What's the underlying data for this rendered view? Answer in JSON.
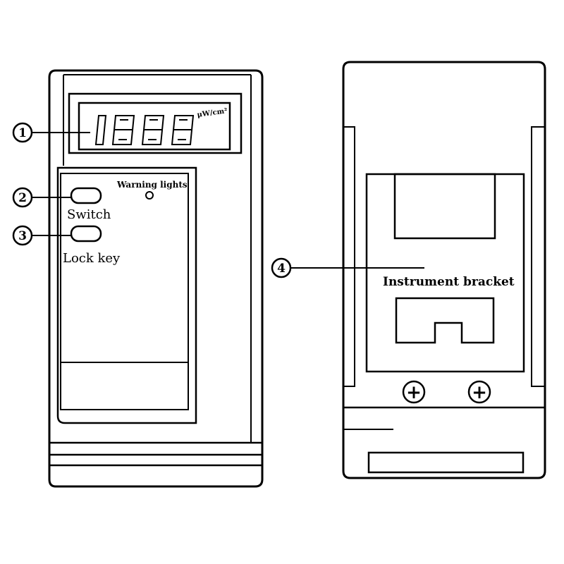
{
  "display": {
    "reading": "1888",
    "unit": "μW/cm²"
  },
  "callouts": [
    {
      "number": "1"
    },
    {
      "number": "2"
    },
    {
      "number": "3"
    },
    {
      "number": "4"
    }
  ],
  "labels": {
    "warning_lights": "Warning lights",
    "switch": "Switch",
    "lock_key": "Lock key",
    "instrument_bracket": "Instrument bracket"
  },
  "screw_symbol": "+"
}
